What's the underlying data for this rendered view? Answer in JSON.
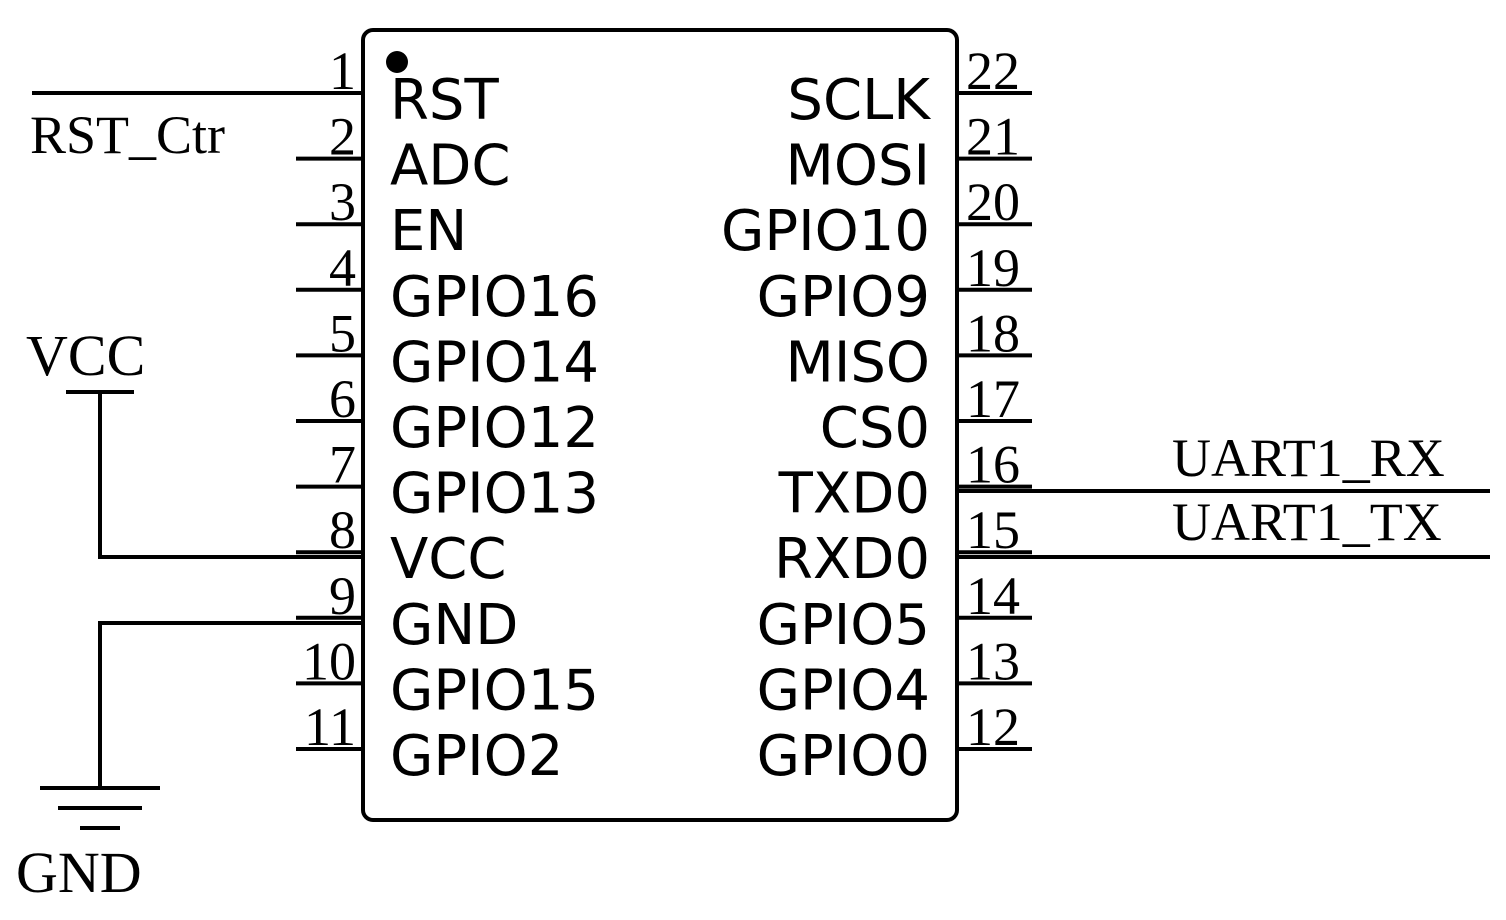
{
  "chip": {
    "left_pins": [
      {
        "num": "1",
        "name": "RST"
      },
      {
        "num": "2",
        "name": "ADC"
      },
      {
        "num": "3",
        "name": "EN"
      },
      {
        "num": "4",
        "name": "GPIO16"
      },
      {
        "num": "5",
        "name": "GPIO14"
      },
      {
        "num": "6",
        "name": "GPIO12"
      },
      {
        "num": "7",
        "name": "GPIO13"
      },
      {
        "num": "8",
        "name": "VCC"
      },
      {
        "num": "9",
        "name": "GND"
      },
      {
        "num": "10",
        "name": "GPIO15"
      },
      {
        "num": "11",
        "name": "GPIO2"
      }
    ],
    "right_pins": [
      {
        "num": "22",
        "name": "SCLK"
      },
      {
        "num": "21",
        "name": "MOSI"
      },
      {
        "num": "20",
        "name": "GPIO10"
      },
      {
        "num": "19",
        "name": "GPIO9"
      },
      {
        "num": "18",
        "name": "MISO"
      },
      {
        "num": "17",
        "name": "CS0"
      },
      {
        "num": "16",
        "name": "TXD0"
      },
      {
        "num": "15",
        "name": "RXD0"
      },
      {
        "num": "14",
        "name": "GPIO5"
      },
      {
        "num": "13",
        "name": "GPIO4"
      },
      {
        "num": "12",
        "name": "GPIO0"
      }
    ]
  },
  "nets": {
    "rst": "RST_Ctr",
    "vcc": "VCC",
    "gnd": "GND",
    "uart_rx": "UART1_RX",
    "uart_tx": "UART1_TX"
  }
}
